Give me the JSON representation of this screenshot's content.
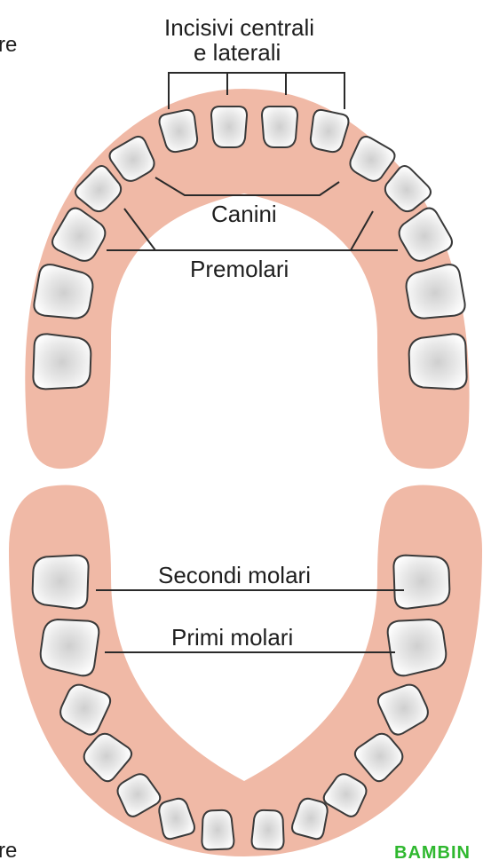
{
  "labels": {
    "incisivi_line1": "Incisivi centrali",
    "incisivi_line2": "e laterali",
    "canini": "Canini",
    "premolari": "Premolari",
    "secondi_molari": "Secondi molari",
    "primi_molari": "Primi molari"
  },
  "edge_fragments": {
    "top": "re",
    "bottom": "re"
  },
  "watermark": "BAMBIN",
  "colors": {
    "gum": "#f0b9a6",
    "tooth": "#ffffff",
    "outline": "#3a3a3a",
    "brand": "#2fb82f"
  }
}
